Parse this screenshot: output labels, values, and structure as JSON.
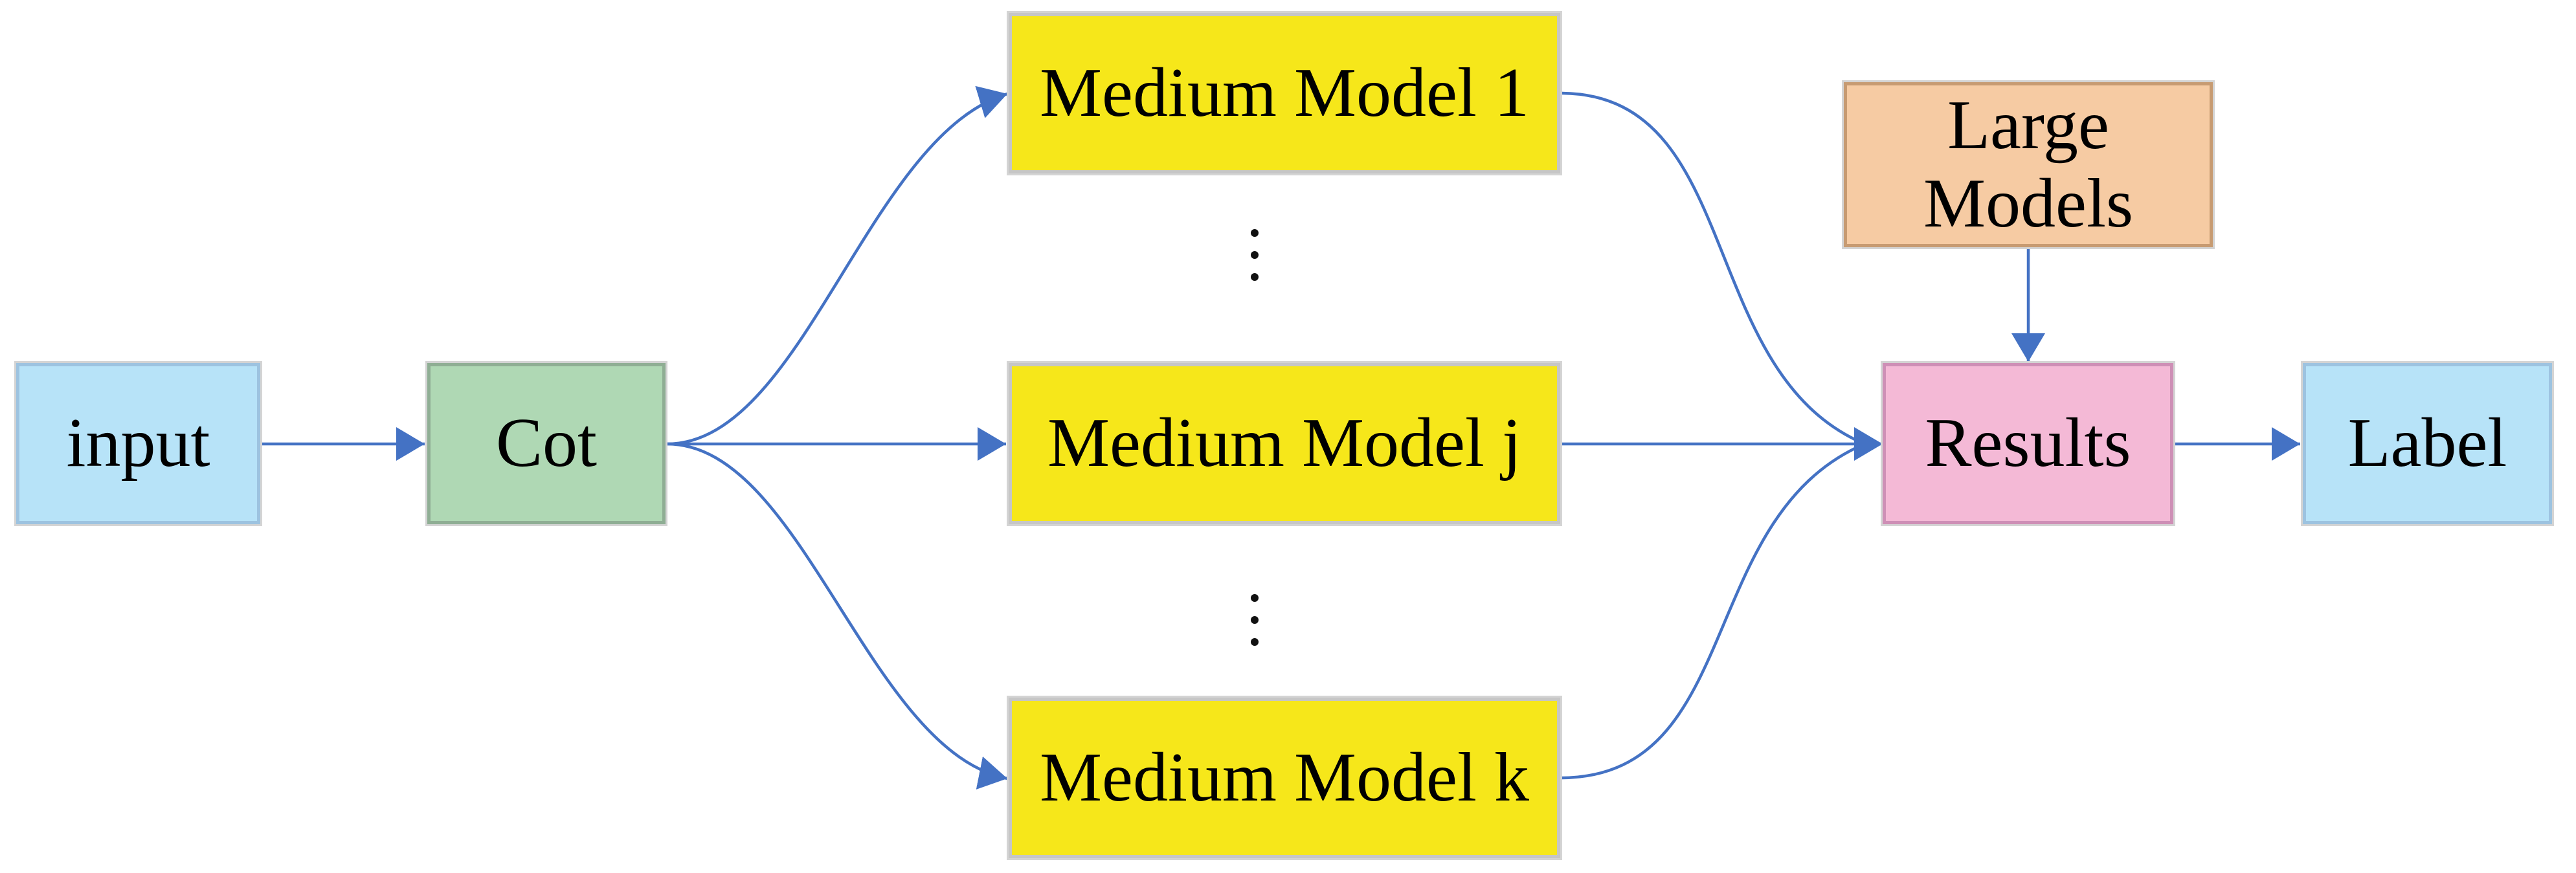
{
  "diagram": {
    "type": "flowchart",
    "background": "#FFFFFF",
    "arrow_color": "#4472C4",
    "text_color": "#000000",
    "nodes": [
      {
        "id": "input",
        "label": "input",
        "fill": "#B7E3F8",
        "border": "#9DC3E0"
      },
      {
        "id": "cot",
        "label": "Cot",
        "fill": "#AFD8B4",
        "border": "#8FAE94"
      },
      {
        "id": "medium-model-1",
        "label": "Medium Model 1",
        "fill": "#F6E71A",
        "border": "#C6C6C6"
      },
      {
        "id": "medium-model-j",
        "label": "Medium Model j",
        "fill": "#F6E71A",
        "border": "#C6C6C6"
      },
      {
        "id": "medium-model-k",
        "label": "Medium Model k",
        "fill": "#F6E71A",
        "border": "#C6C6C6"
      },
      {
        "id": "large-models",
        "label": "Large Models",
        "fill": "#F6CBA3",
        "border": "#C79B72"
      },
      {
        "id": "results",
        "label": "Results",
        "fill": "#F4B9D6",
        "border": "#CE8FB6"
      },
      {
        "id": "label",
        "label": "Label",
        "fill": "#B7E3F8",
        "border": "#9DC3E0"
      }
    ],
    "edges": [
      {
        "name": "input-to-cot",
        "from": "input",
        "to": "cot"
      },
      {
        "name": "cot-to-medium-model-1",
        "from": "cot",
        "to": "medium-model-1"
      },
      {
        "name": "cot-to-medium-model-j",
        "from": "cot",
        "to": "medium-model-j"
      },
      {
        "name": "cot-to-medium-model-k",
        "from": "cot",
        "to": "medium-model-k"
      },
      {
        "name": "medium-model-1-to-results",
        "from": "medium-model-1",
        "to": "results"
      },
      {
        "name": "medium-model-j-to-results",
        "from": "medium-model-j",
        "to": "results"
      },
      {
        "name": "medium-model-k-to-results",
        "from": "medium-model-k",
        "to": "results"
      },
      {
        "name": "large-models-to-results",
        "from": "large-models",
        "to": "results"
      },
      {
        "name": "results-to-label",
        "from": "results",
        "to": "label"
      }
    ],
    "icons": [
      {
        "name": "vertical-ellipsis-icon",
        "count": 2
      }
    ]
  }
}
